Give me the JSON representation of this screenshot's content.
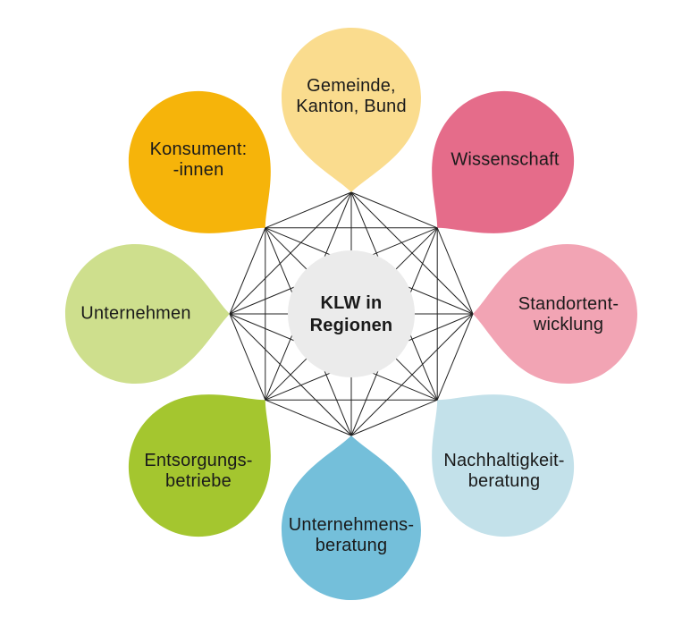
{
  "diagram": {
    "line_color": "#222222",
    "center_circle_color": "#EBEBEB",
    "background_color": "#FFFFFF",
    "text_color": "#1A1A1A"
  },
  "center": {
    "label": "KLW in\nRegionen"
  },
  "petals": [
    {
      "id": "gemeinde-kanton-bund",
      "position": "top",
      "label": "Gemeinde,\nKanton, Bund",
      "color": "#FADC8E"
    },
    {
      "id": "wissenschaft",
      "position": "top-right",
      "label": "Wissenschaft",
      "color": "#E56C8A"
    },
    {
      "id": "standortentwicklung",
      "position": "right",
      "label": "Standortent-\nwicklung",
      "color": "#F2A4B4"
    },
    {
      "id": "nachhaltigkeitberatung",
      "position": "bottom-right",
      "label": "Nachhaltigkeit-\nberatung",
      "color": "#C3E1EA"
    },
    {
      "id": "unternehmensberatung",
      "position": "bottom",
      "label": "Unternehmens-\nberatung",
      "color": "#74BFDA"
    },
    {
      "id": "entsorgungsbetriebe",
      "position": "bottom-left",
      "label": "Entsorgungs-\nbetriebe",
      "color": "#A4C62F"
    },
    {
      "id": "unternehmen",
      "position": "left",
      "label": "Unternehmen",
      "color": "#CEDF8D"
    },
    {
      "id": "konsumentinnen",
      "position": "top-left",
      "label": "Konsument:\n-innen",
      "color": "#F6B40A"
    }
  ]
}
